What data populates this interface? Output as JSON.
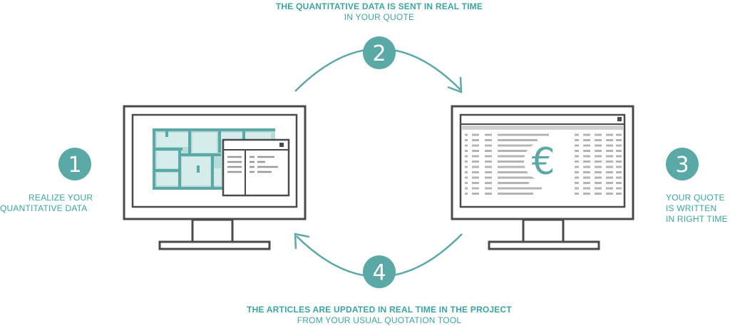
{
  "colors": {
    "teal": "#5aa9a6",
    "teal_text": "#3aa6a1",
    "outline": "#4a4a4a",
    "light_gray": "#b4b4b4",
    "plan_fill": "#b6dcda"
  },
  "steps": [
    {
      "number": "1",
      "lines": [
        "REALIZE YOUR",
        "QUANTITATIVE DATA"
      ]
    },
    {
      "number": "2",
      "lines": [
        "THE QUANTITATIVE DATA IS SENT IN REAL TIME",
        "IN YOUR QUOTE"
      ]
    },
    {
      "number": "3",
      "lines": [
        "YOUR QUOTE",
        "IS WRITTEN",
        "IN RIGHT TIME"
      ]
    },
    {
      "number": "4",
      "lines": [
        "THE ARTICLES ARE UPDATED IN REAL TIME IN THE PROJECT",
        "FROM YOUR USUAL QUOTATION TOOL"
      ]
    }
  ],
  "currency_symbol": "€",
  "icons": {
    "left_monitor": "floor-plan-monitor-icon",
    "right_monitor": "spreadsheet-monitor-icon",
    "top_arrow": "curved-arrow-right-icon",
    "bottom_arrow": "curved-arrow-left-icon"
  }
}
